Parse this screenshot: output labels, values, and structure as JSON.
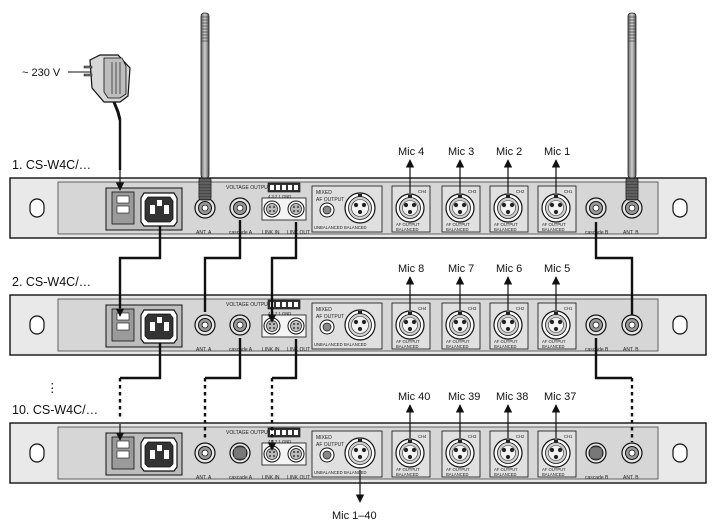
{
  "mains_label": "~ 230 V",
  "units": [
    {
      "title": "1. CS-W4C/…",
      "mics": [
        "Mic 4",
        "Mic 3",
        "Mic 2",
        "Mic 1"
      ],
      "channels": [
        "CH4",
        "CH3",
        "CH2",
        "CH1"
      ],
      "antennas": true
    },
    {
      "title": "2. CS-W4C/…",
      "mics": [
        "Mic 8",
        "Mic 7",
        "Mic 6",
        "Mic 5"
      ],
      "channels": [
        "CH4",
        "CH3",
        "CH2",
        "CH1"
      ],
      "antennas": false
    },
    {
      "title": "10. CS-W4C/…",
      "mics": [
        "Mic 40",
        "Mic 39",
        "Mic 38",
        "Mic 37"
      ],
      "channels": [
        "CH4",
        "CH3",
        "CH2",
        "CH1"
      ],
      "antennas": false
    }
  ],
  "ellipsis": "⋮",
  "mixed_output_label": "Mic 1–40",
  "panel": {
    "voltage_output": "VOLTAGE OUTPUT",
    "pins": "4 3 2 1 GND",
    "link_in": "LINK IN",
    "link_out": "LINK OUT",
    "mixed": "MIXED",
    "af_output": "AF OUTPUT",
    "unbalanced": "UNBALANCED",
    "balanced": "BALANCED",
    "ant_a": "ANT. A",
    "ant_b": "ANT. B",
    "cascade_a": "cascade A",
    "cascade_b": "cascade B",
    "ch_af_output": "AF OUTPUT",
    "ch_balanced": "BALANCED"
  }
}
